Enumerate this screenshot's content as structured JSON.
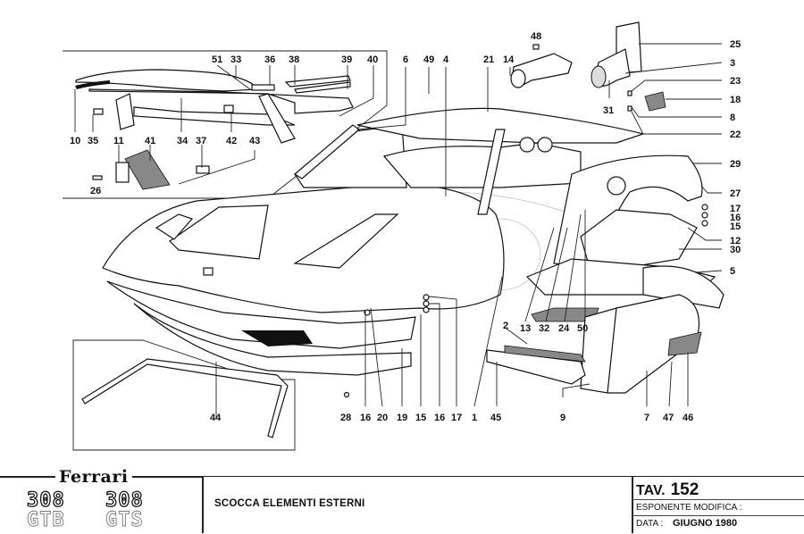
{
  "title_block": {
    "brand": "Ferrari",
    "models": [
      {
        "number": "308",
        "variant": "GTB"
      },
      {
        "number": "308",
        "variant": "GTS"
      }
    ],
    "description": "SCOCCA ELEMENTI ESTERNI",
    "table_label": "TAV.",
    "table_number": "152",
    "revision_label": "ESPONENTE MODIFICA :",
    "revision_value": "",
    "date_label": "DATA :",
    "date_value": "GIUGNO 1980"
  },
  "callouts": {
    "top_left_box": [
      "51",
      "33",
      "36",
      "38",
      "39",
      "40",
      "10",
      "35",
      "11",
      "41",
      "34",
      "37",
      "42",
      "43",
      "26"
    ],
    "top": [
      "6",
      "49",
      "4",
      "21",
      "48",
      "14",
      "25",
      "3",
      "23",
      "18",
      "8",
      "22",
      "31"
    ],
    "right": [
      "29",
      "27",
      "17",
      "16",
      "15",
      "12",
      "30",
      "5"
    ],
    "middle": [
      "13",
      "32",
      "24",
      "50",
      "2"
    ],
    "bottom": [
      "44",
      "28",
      "16",
      "20",
      "19",
      "15",
      "16",
      "17",
      "1",
      "45",
      "9",
      "7",
      "47",
      "46"
    ]
  }
}
